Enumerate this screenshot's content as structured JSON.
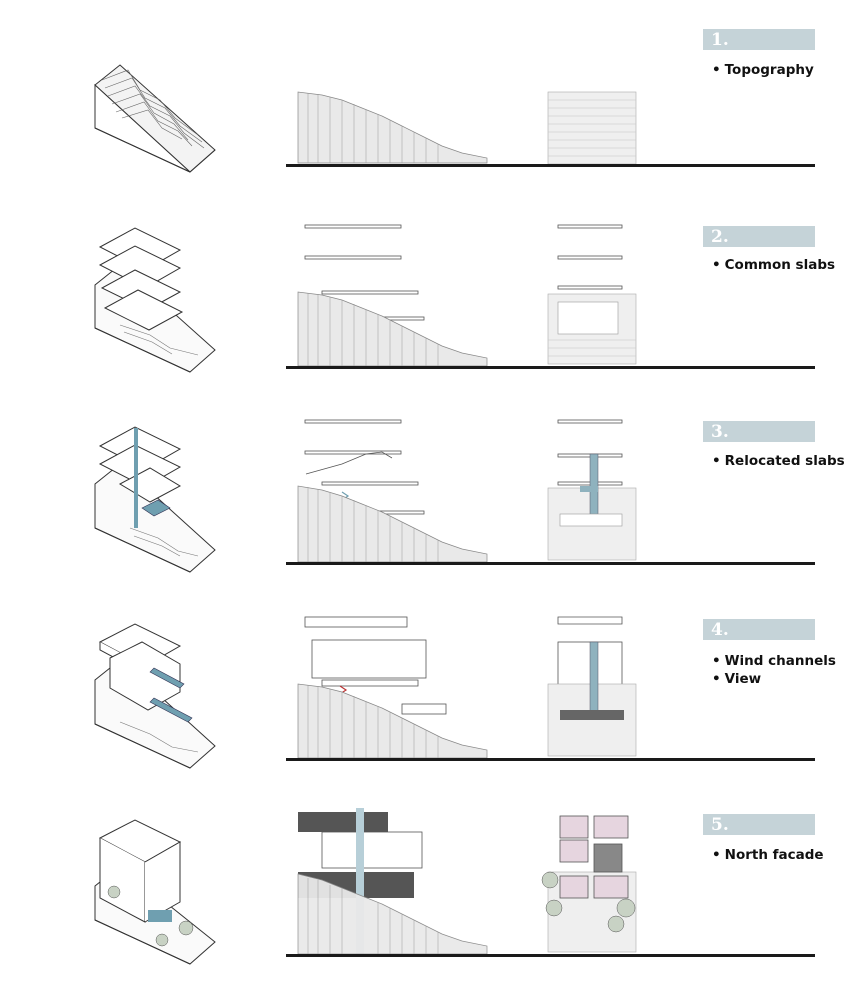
{
  "steps": [
    {
      "number": "1.",
      "bullets": [
        "Topography"
      ]
    },
    {
      "number": "2.",
      "bullets": [
        "Common slabs"
      ]
    },
    {
      "number": "3.",
      "bullets": [
        "Relocated slabs"
      ]
    },
    {
      "number": "4.",
      "bullets": [
        "Wind channels",
        "View"
      ]
    },
    {
      "number": "5.",
      "bullets": [
        "North facade"
      ]
    }
  ],
  "colors": {
    "badge": "#c5d3d8",
    "terrain_fill": "#e9e9e9",
    "channel_blue": "#6f9fb0",
    "dark_slab": "#555555",
    "facade_pink": "#e6d5df",
    "tree": "#c8d2c4"
  }
}
